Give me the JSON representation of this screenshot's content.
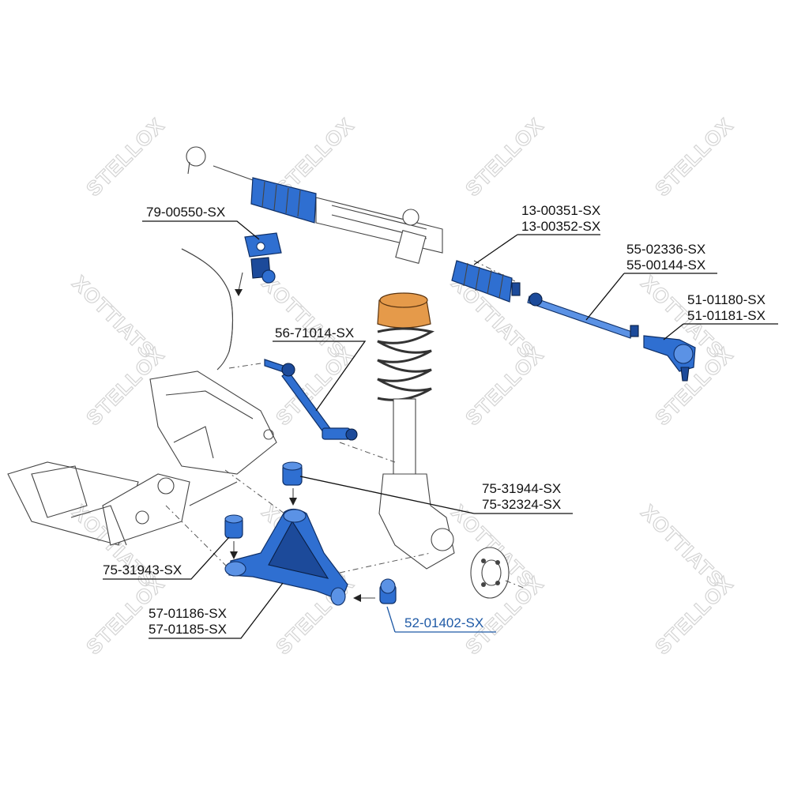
{
  "watermark": {
    "text": "STELLOX",
    "mirrored_text": "XOTTIATS"
  },
  "parts": {
    "stabilizer_bushing": "79-00550-SX",
    "inner_tie_rod_boot": [
      "13-00351-SX",
      "13-00352-SX"
    ],
    "inner_tie_rod": [
      "55-02336-SX",
      "55-00144-SX"
    ],
    "tie_rod_end": [
      "51-01180-SX",
      "51-01181-SX"
    ],
    "stabilizer_link": "56-71014-SX",
    "rear_arm_bushing": [
      "75-31944-SX",
      "75-32324-SX"
    ],
    "front_arm_bushing": "75-31943-SX",
    "control_arm": [
      "57-01186-SX",
      "57-01185-SX"
    ],
    "ball_joint": "52-01402-SX"
  },
  "colors": {
    "part_blue": "#2f6fd1",
    "highlight_label": "#1f5aa6",
    "strut_mount": "#e59a4a",
    "watermark": "#d4d4d4"
  }
}
